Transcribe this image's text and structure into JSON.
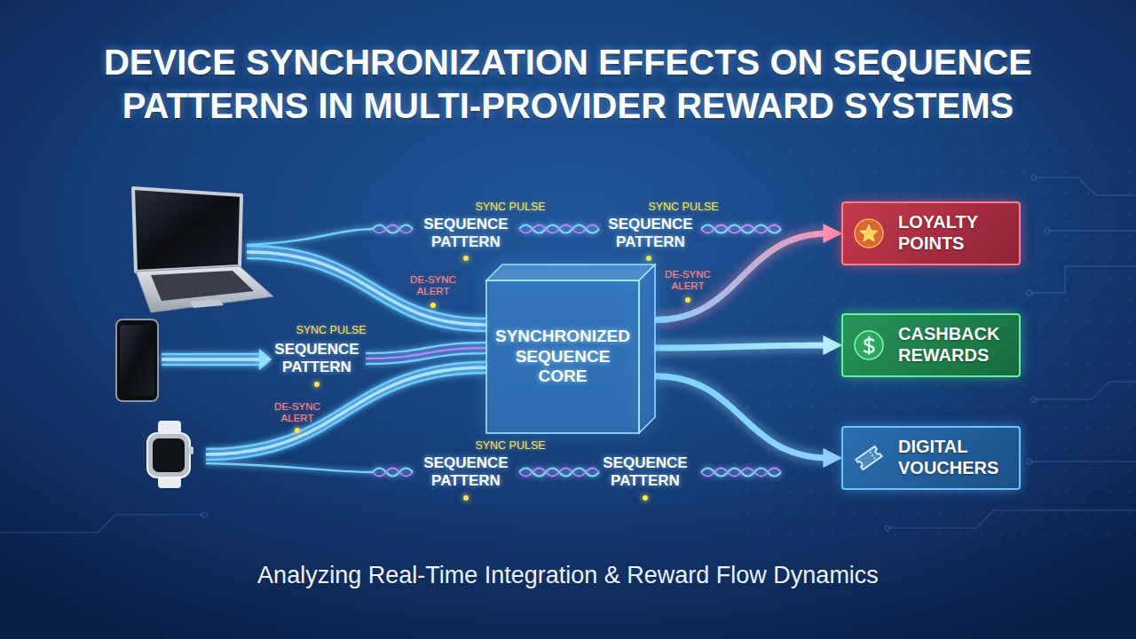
{
  "diagram": {
    "title": "DEVICE SYNCHRONIZATION EFFECTS ON SEQUENCE PATTERNS IN MULTI-PROVIDER REWARD SYSTEMS",
    "caption": "Analyzing Real-Time Integration & Reward Flow Dynamics",
    "nodes": [
      {
        "text": [
          "SYNCHRONIZED SEQUENCE CORE"
        ]
      },
      {
        "text": [
          "LOYALTY POINTS"
        ]
      },
      {
        "text": [
          "CASHBACK REWARDS"
        ]
      },
      {
        "text": [
          "DIGITAL VOUCHERS"
        ]
      }
    ],
    "edges": [
      {
        "from": 0,
        "to": 1,
        "arrow": "to"
      },
      {
        "from": 0,
        "to": 2,
        "arrow": "to"
      },
      {
        "from": 0,
        "to": 3,
        "arrow": "to"
      }
    ],
    "labels": [
      "SYNC PULSE",
      "SYNC PULSE",
      "SEQUENCE PATTERN",
      "SEQUENCE PATTERN",
      "DE-SYNC ALERT",
      "DE-SYNC ALERT",
      "SYNC PULSE",
      "SEQUENCE PATTERN",
      "DE-SYNC ALERT",
      "SYNC PULSE",
      "SEQUENCE PATTERN",
      "SEQUENCE PATTERN"
    ]
  }
}
